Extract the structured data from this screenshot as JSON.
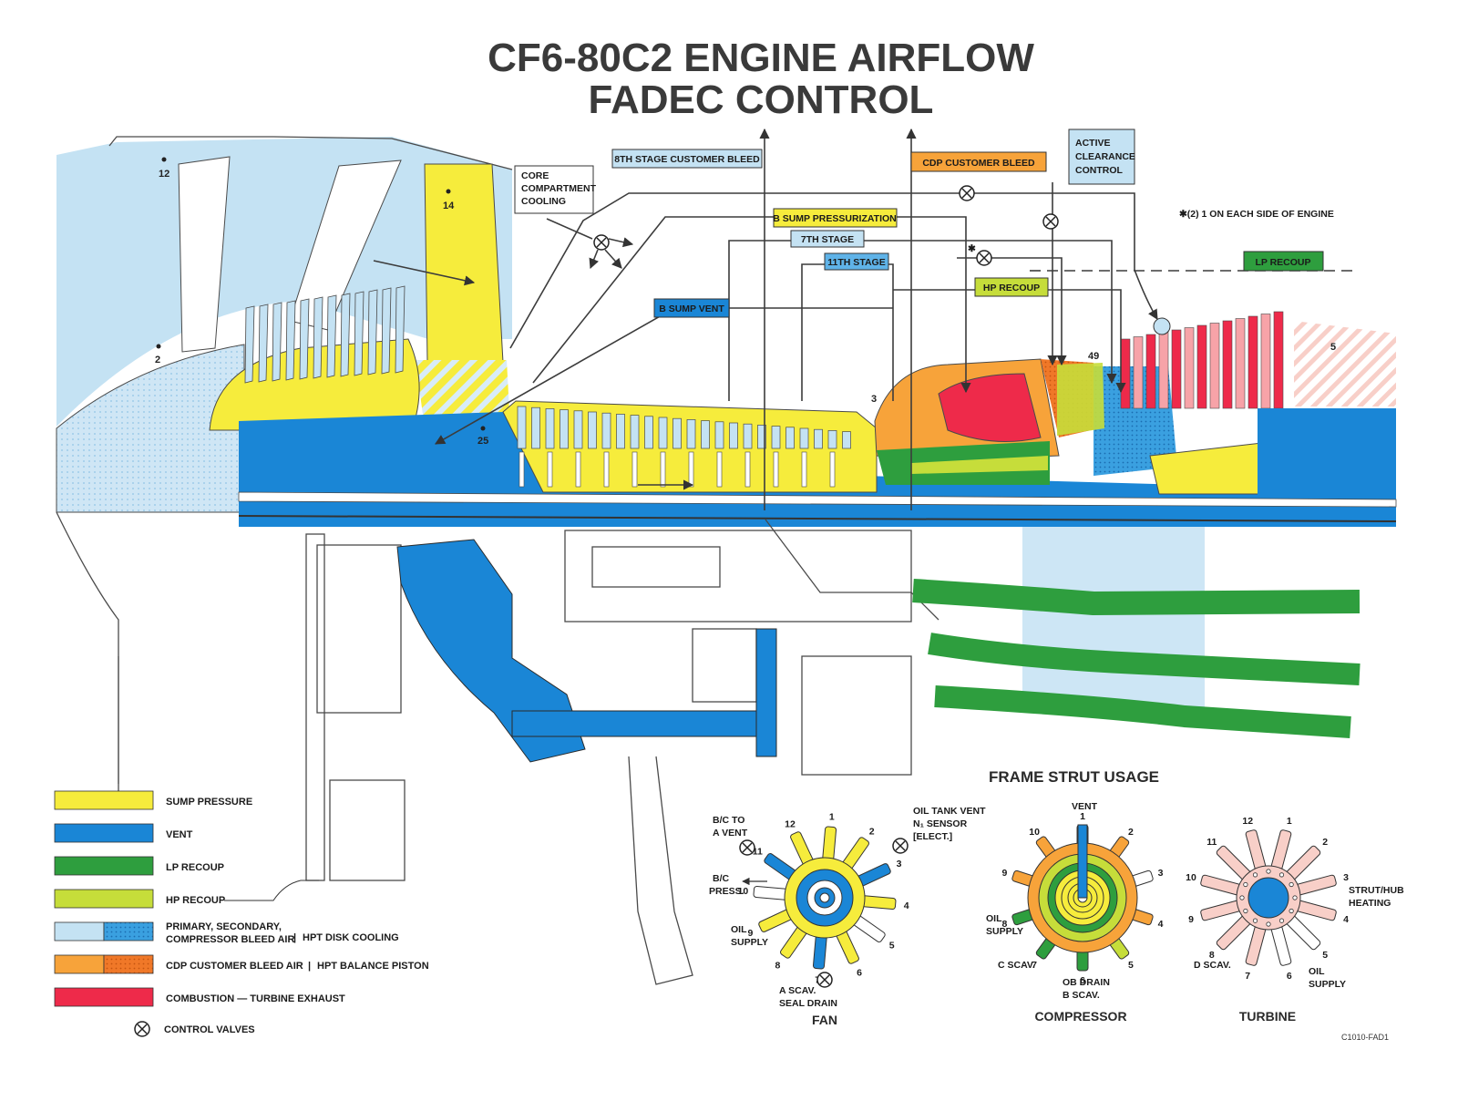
{
  "title": {
    "line1": "CF6-80C2 ENGINE AIRFLOW",
    "line2": "FADEC CONTROL"
  },
  "callouts": {
    "core_compartment": [
      "CORE",
      "COMPARTMENT",
      "COOLING"
    ],
    "stage8_bleed": "8TH STAGE CUSTOMER BLEED",
    "cdp_bleed": "CDP CUSTOMER BLEED",
    "active_clearance": [
      "ACTIVE",
      "CLEARANCE",
      "CONTROL"
    ],
    "footnote": "✱(2) 1 ON EACH SIDE OF ENGINE",
    "b_sump_press": "B SUMP PRESSURIZATION",
    "stage7": "7TH STAGE",
    "stage11": "11TH STAGE",
    "lp_recoup": "LP RECOUP",
    "hp_recoup": "HP RECOUP",
    "b_sump_vent": "B SUMP VENT",
    "valve_star": "✱"
  },
  "stations": {
    "s12": "12",
    "s14": "14",
    "s2": "2",
    "s25": "25",
    "s3": "3",
    "s49": "49",
    "s5": "5"
  },
  "colors": {
    "sump_pressure": "#f6ec3c",
    "vent": "#1a86d6",
    "lp_recoup": "#2e9e3e",
    "hp_recoup": "#c6dd3a",
    "bleed_air": "#c4e2f3",
    "hpt_disk": "#3aa0e0",
    "cdp_bleed": "#f7a33a",
    "hpt_balance": "#f07828",
    "combustion": "#ee2a4a",
    "turbine_strut": "#f8cfc8"
  },
  "legend": {
    "separator": "|",
    "items": [
      {
        "label": "SUMP PRESSURE",
        "color": "#f6ec3c"
      },
      {
        "label": "VENT",
        "color": "#1a86d6"
      },
      {
        "label": "LP RECOUP",
        "color": "#2e9e3e"
      },
      {
        "label": "HP RECOUP",
        "color": "#c6dd3a"
      },
      {
        "label": "PRIMARY, SECONDARY,",
        "label_b": "COMPRESSOR BLEED AIR",
        "label2": "HPT DISK COOLING",
        "color": "#c4e2f3",
        "color2": "#3aa0e0"
      },
      {
        "label": "CDP CUSTOMER BLEED AIR",
        "label2": "HPT BALANCE PISTON",
        "color": "#f7a33a",
        "color2": "#f07828"
      },
      {
        "label": "COMBUSTION — TURBINE EXHAUST",
        "color": "#ee2a4a"
      }
    ],
    "control_valves": "CONTROL VALVES"
  },
  "frame_strut": {
    "heading": "FRAME STRUT USAGE",
    "clock_labels": [
      "1",
      "2",
      "3",
      "4",
      "5",
      "6",
      "7",
      "8",
      "9",
      "10",
      "11",
      "12"
    ],
    "fan": {
      "name": "FAN",
      "bc_to": "B/C TO",
      "a_vent": "A VENT",
      "bc": "B/C",
      "press": "PRESS.",
      "oil": "OIL",
      "supply": "SUPPLY",
      "a_scav": "A SCAV.",
      "seal_drain": "SEAL DRAIN",
      "oil_tank_vent": "OIL TANK VENT",
      "n1_sensor": "N₁ SENSOR",
      "elect": "[ELECT.]",
      "strut_colors": [
        "#f6ec3c",
        "#f6ec3c",
        "#1a86d6",
        "#f6ec3c",
        "#ffffff",
        "#f6ec3c",
        "#1a86d6",
        "#f6ec3c",
        "#f6ec3c",
        "#ffffff",
        "#1a86d6",
        "#f6ec3c"
      ]
    },
    "compressor": {
      "name": "COMPRESSOR",
      "vent": "VENT",
      "oil": "OIL",
      "supply": "SUPPLY",
      "c_scav": "C SCAV.",
      "ob_drain": "OB DRAIN",
      "b_scav": "B SCAV.",
      "strut_colors": [
        "#1a86d6",
        "#f7a33a",
        "#ffffff",
        "#f7a33a",
        "#c6dd3a",
        "#2e9e3e",
        "#2e9e3e",
        "#2e9e3e",
        "#f7a33a",
        "#f7a33a"
      ]
    },
    "turbine": {
      "name": "TURBINE",
      "strut_hub": "STRUT/HUB",
      "heating": "HEATING",
      "d_scav": "D SCAV.",
      "oil": "OIL",
      "supply": "SUPPLY",
      "strut_colors": [
        "#f8cfc8",
        "#f8cfc8",
        "#f8cfc8",
        "#f8cfc8",
        "#ffffff",
        "#ffffff",
        "#f8cfc8",
        "#f8cfc8",
        "#f8cfc8",
        "#f8cfc8",
        "#f8cfc8",
        "#f8cfc8"
      ]
    }
  },
  "doc_code": "C1010-FAD1"
}
